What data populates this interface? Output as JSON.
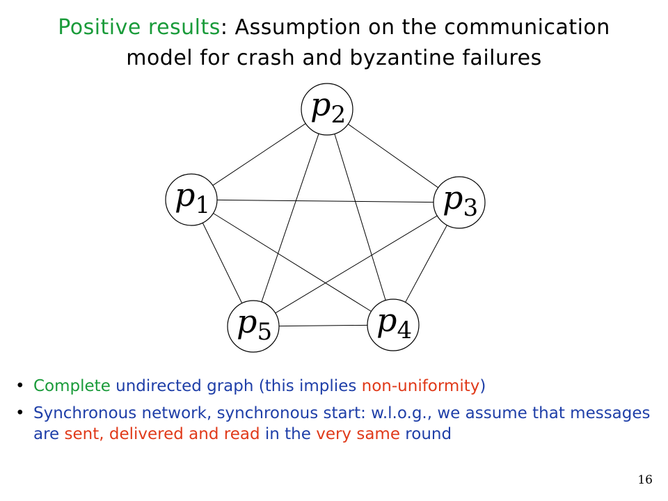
{
  "slide": {
    "title_part1": "Positive results",
    "title_part2": ": Assumption on the communication",
    "title_line2": "model for crash and byzantine failures",
    "page_number": "16"
  },
  "graph": {
    "type": "complete-undirected",
    "nodes": [
      {
        "id": "p1",
        "base": "p",
        "sub": "1"
      },
      {
        "id": "p2",
        "base": "p",
        "sub": "2"
      },
      {
        "id": "p3",
        "base": "p",
        "sub": "3"
      },
      {
        "id": "p4",
        "base": "p",
        "sub": "4"
      },
      {
        "id": "p5",
        "base": "p",
        "sub": "5"
      }
    ],
    "edges": [
      [
        "p1",
        "p2"
      ],
      [
        "p1",
        "p3"
      ],
      [
        "p1",
        "p4"
      ],
      [
        "p1",
        "p5"
      ],
      [
        "p2",
        "p3"
      ],
      [
        "p2",
        "p4"
      ],
      [
        "p2",
        "p5"
      ],
      [
        "p3",
        "p4"
      ],
      [
        "p3",
        "p5"
      ],
      [
        "p4",
        "p5"
      ]
    ]
  },
  "bullets": [
    {
      "segments": [
        {
          "text": "Complete ",
          "color": "green"
        },
        {
          "text": "undirected graph (this implies ",
          "color": "blue"
        },
        {
          "text": "non-uniformity",
          "color": "red"
        },
        {
          "text": ")",
          "color": "blue"
        }
      ]
    },
    {
      "segments": [
        {
          "text": "Synchronous network, synchronous start: w.l.o.g., we assume that messages are ",
          "color": "blue"
        },
        {
          "text": "sent, delivered and read",
          "color": "red"
        },
        {
          "text": " in the ",
          "color": "blue"
        },
        {
          "text": "very same",
          "color": "red"
        },
        {
          "text": " round",
          "color": "blue"
        }
      ]
    }
  ],
  "colors": {
    "green": "#1a9b3a",
    "blue": "#1f3fa8",
    "red": "#e03a1a",
    "black": "#000000"
  }
}
